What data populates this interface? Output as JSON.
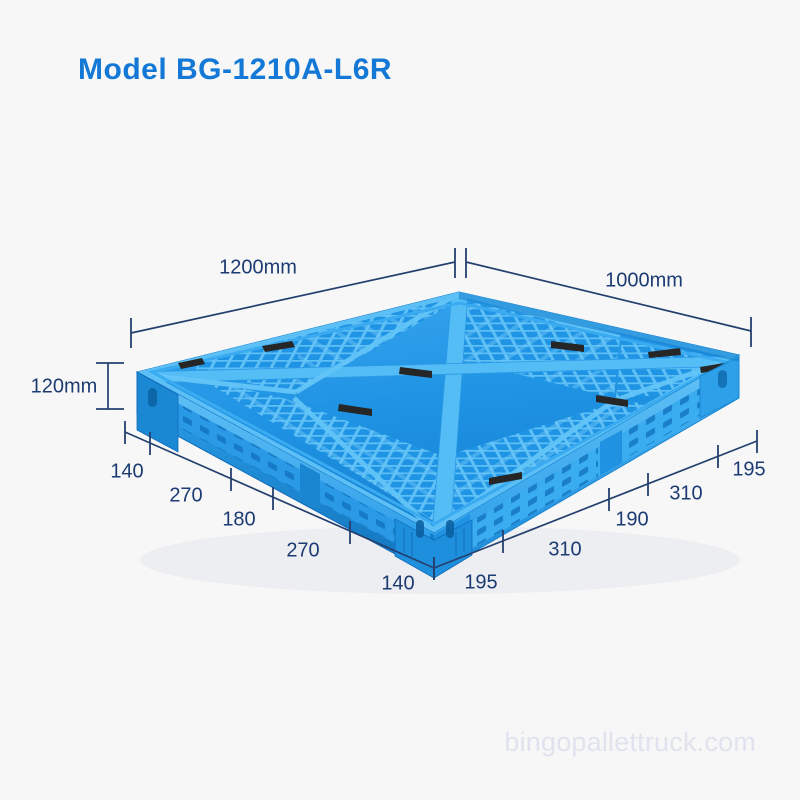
{
  "page": {
    "title": "Model BG-1210A-L6R",
    "watermark": "bingopallettruck.com",
    "background_color": "#f7f7f7",
    "title_color": "#1479d6",
    "dimension_text_color": "#1b3b72",
    "dimension_line_color": "#24406f",
    "watermark_color": "#e0e3ee"
  },
  "product": {
    "type": "plastic-pallet",
    "name": "Model BG-1210A-L6R",
    "body_color": "#2196e8",
    "highlight_color": "#55bdf5",
    "shadow_color": "#0f6cc0",
    "antislip_strip_color": "#2a2a2a",
    "view": "isometric"
  },
  "dimensions": {
    "overall": [
      {
        "id": "length",
        "label": "1200mm",
        "value": 1200,
        "unit": "mm",
        "position": "top-left"
      },
      {
        "id": "width",
        "label": "1000mm",
        "value": 1000,
        "unit": "mm",
        "position": "top-right"
      },
      {
        "id": "height",
        "label": "120mm",
        "value": 120,
        "unit": "mm",
        "position": "left"
      }
    ],
    "bottom_left_chain": {
      "axis": "length-1200",
      "segments": [
        {
          "label": "140",
          "value": 140
        },
        {
          "label": "270",
          "value": 270
        },
        {
          "label": "180",
          "value": 180
        },
        {
          "label": "270",
          "value": 270
        },
        {
          "label": "140",
          "value": 140
        }
      ]
    },
    "bottom_right_chain": {
      "axis": "width-1000",
      "segments": [
        {
          "label": "195",
          "value": 195
        },
        {
          "label": "310",
          "value": 310
        },
        {
          "label": "190",
          "value": 190
        },
        {
          "label": "310",
          "value": 310
        },
        {
          "label": "195",
          "value": 195
        }
      ]
    }
  }
}
